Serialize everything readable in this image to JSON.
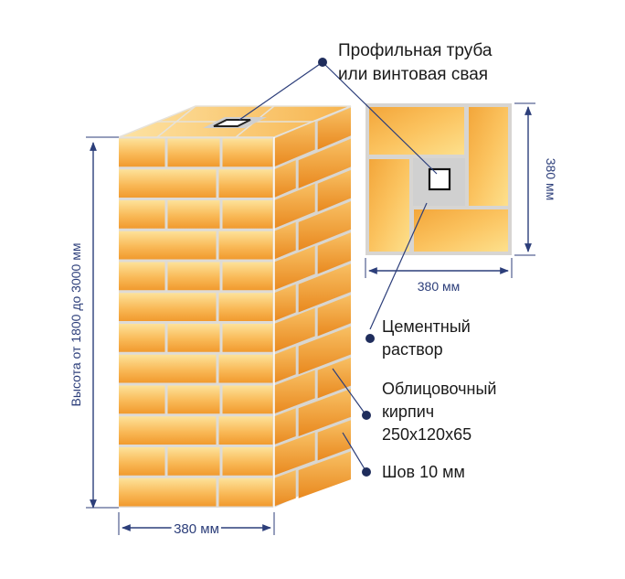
{
  "labels": {
    "pipe_line1": "Профильная труба",
    "pipe_line2": "или винтовая свая",
    "mortar_line1": "Цементный",
    "mortar_line2": "раствор",
    "brick_line1": "Облицовочный",
    "brick_line2": "кирпич",
    "brick_line3": "250х120х65",
    "joint": "Шов 10 мм"
  },
  "dimensions": {
    "height": "Высота от 1800 до 3000 мм",
    "width_front": "380 мм",
    "plan_width": "380 мм",
    "plan_height": "380 мм"
  },
  "colors": {
    "brick_light": "#fcd07a",
    "brick_dark": "#f19a2e",
    "mortar": "#d8d8d8",
    "accent": "#2c3e7a",
    "dot": "#1f2d5c"
  }
}
